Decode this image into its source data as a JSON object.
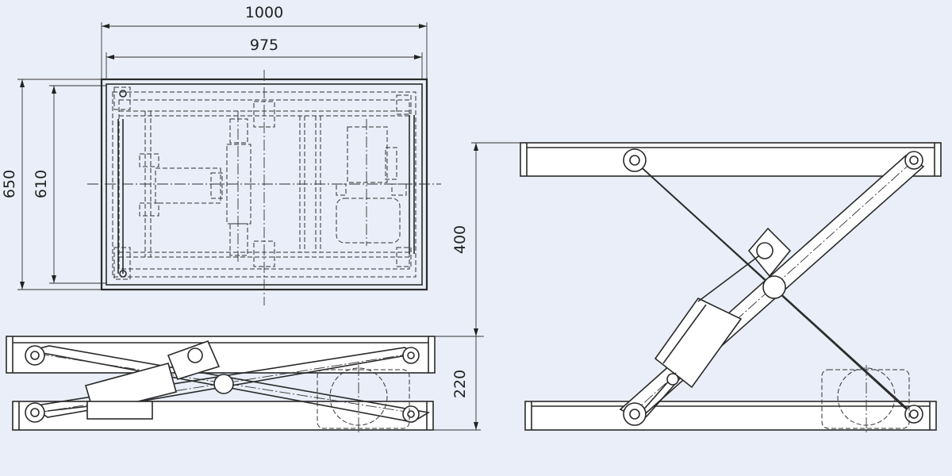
{
  "dimensions": {
    "overall_length": "1000",
    "inner_length": "975",
    "overall_width": "650",
    "inner_width": "610",
    "max_height": "400",
    "min_height": "220"
  },
  "colors": {
    "background": "#e9eef8",
    "line": "#2a2a2a"
  }
}
